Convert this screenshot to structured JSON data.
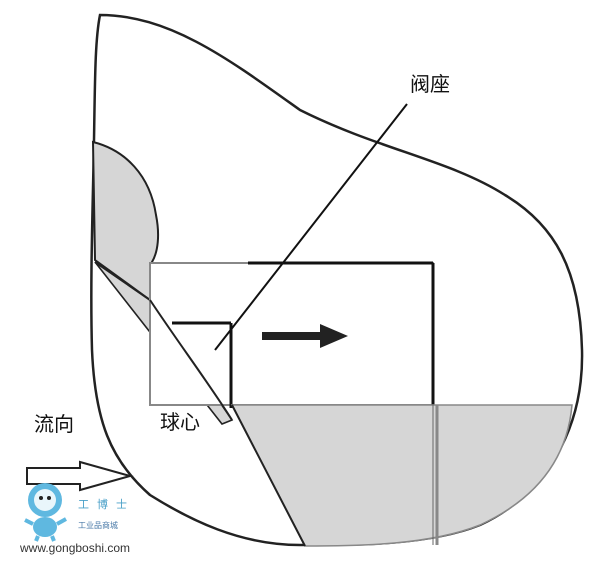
{
  "labels": {
    "valve_seat": "阀座",
    "flow_direction": "流向",
    "ball_center": "球心"
  },
  "watermark": {
    "brand_name": "工博士",
    "tagline": "工业品商城",
    "url": "www.gongboshi.com"
  },
  "colors": {
    "outline": "#222222",
    "shade": "#d6d6d6",
    "mascot": "#5fb8e0"
  }
}
